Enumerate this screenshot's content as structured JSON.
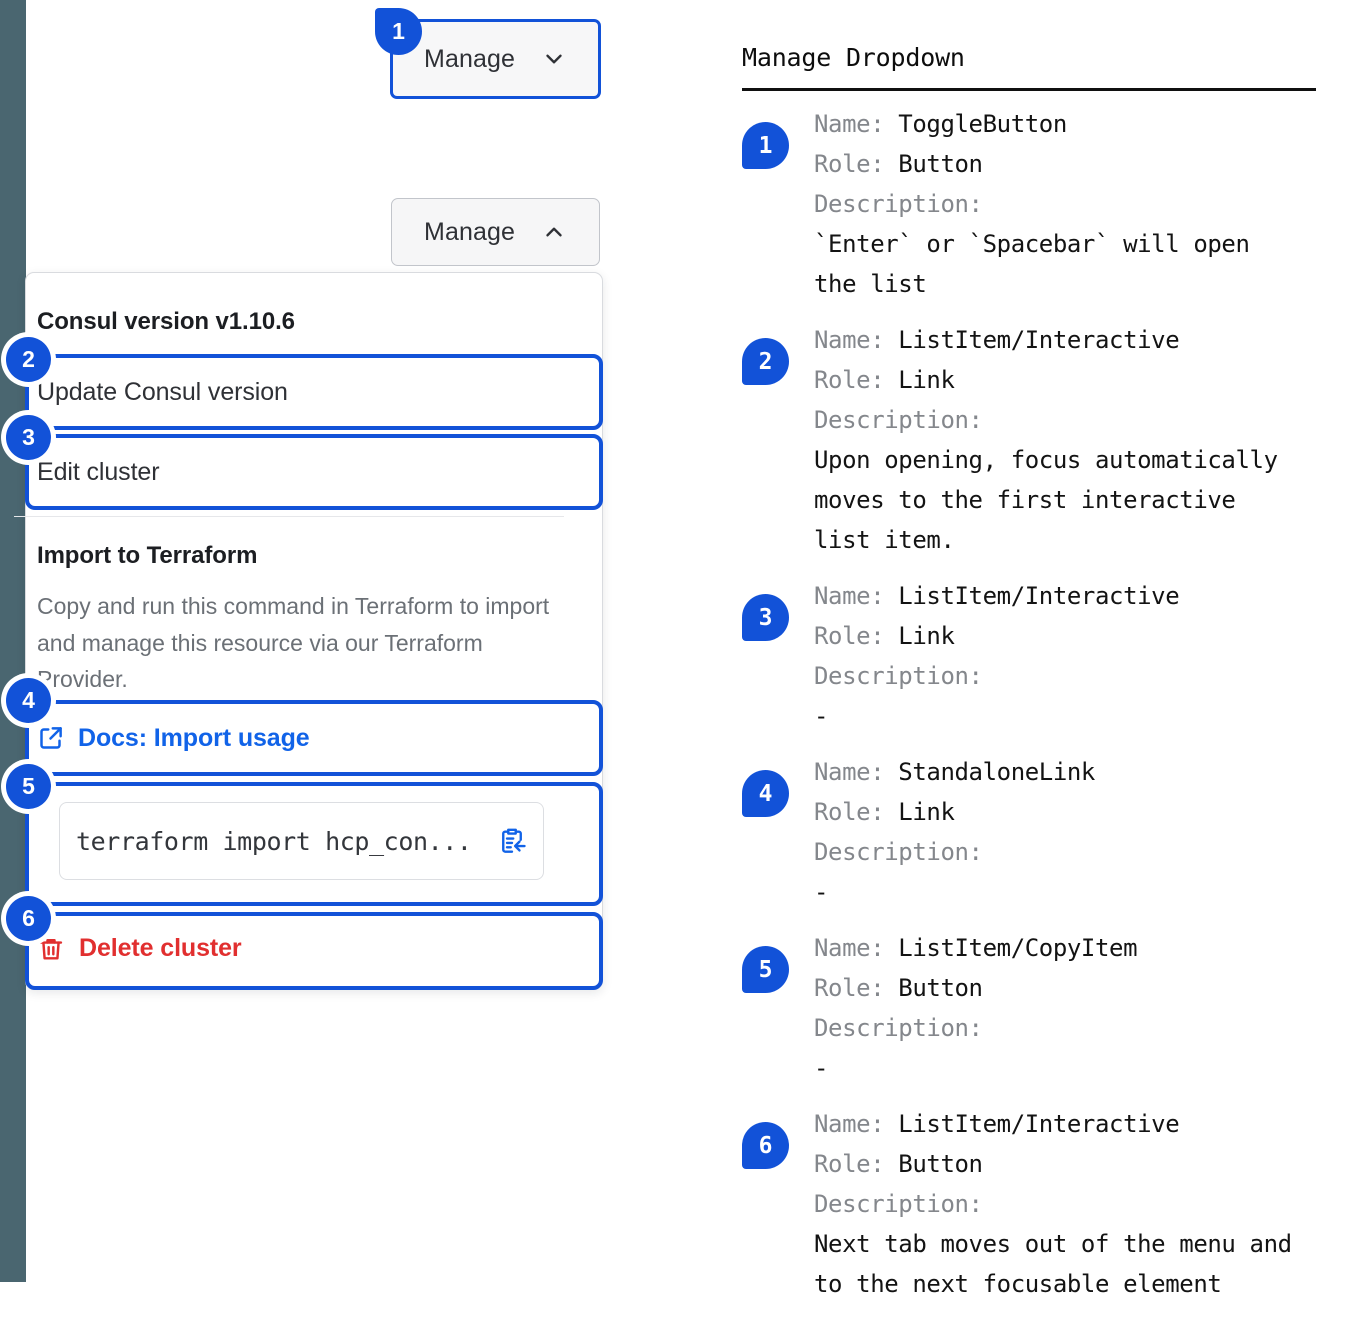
{
  "colors": {
    "accent_blue": "#1252d8",
    "link_blue": "#1163e8",
    "danger_red": "#e12f2f",
    "rail_slate": "#4a6670",
    "muted_text": "#84878c"
  },
  "app_rail": {
    "name": "app-left-rail"
  },
  "mock": {
    "toggle_closed": {
      "label": "Manage",
      "icon": "chevron-down-icon",
      "marker": "1"
    },
    "toggle_open": {
      "label": "Manage",
      "icon": "chevron-up-icon"
    },
    "menu": {
      "section_title": "Consul version v1.10.6",
      "items": [
        {
          "marker": "2",
          "label": "Update Consul version"
        },
        {
          "marker": "3",
          "label": "Edit cluster"
        }
      ],
      "terraform": {
        "title": "Import to Terraform",
        "description": "Copy and run this command in Terraform to import and manage this resource via our Terraform Provider.",
        "docs_link": {
          "marker": "4",
          "label": "Docs: Import usage",
          "icon": "external-link-icon"
        },
        "command": {
          "marker": "5",
          "text": "terraform import hcp_con...",
          "icon": "copy-to-clipboard-icon"
        }
      },
      "destructive": {
        "marker": "6",
        "label": "Delete cluster",
        "icon": "trash-icon"
      }
    }
  },
  "legend": {
    "title": "Manage Dropdown",
    "labels": {
      "name": "Name:",
      "role": "Role:",
      "description": "Description:"
    },
    "entries": [
      {
        "badge": "1",
        "name": "ToggleButton",
        "role": "Button",
        "description": "`Enter` or `Spacebar` will open\nthe list"
      },
      {
        "badge": "2",
        "name": "ListItem/Interactive",
        "role": "Link",
        "description": "Upon opening, focus automatically\nmoves to the first interactive\nlist item."
      },
      {
        "badge": "3",
        "name": "ListItem/Interactive",
        "role": "Link",
        "description": "-"
      },
      {
        "badge": "4",
        "name": "StandaloneLink",
        "role": "Link",
        "description": "-"
      },
      {
        "badge": "5",
        "name": "ListItem/CopyItem",
        "role": "Button",
        "description": "-"
      },
      {
        "badge": "6",
        "name": "ListItem/Interactive",
        "role": "Button",
        "description": "Next tab moves out of the menu and\nto the next focusable element"
      }
    ]
  }
}
